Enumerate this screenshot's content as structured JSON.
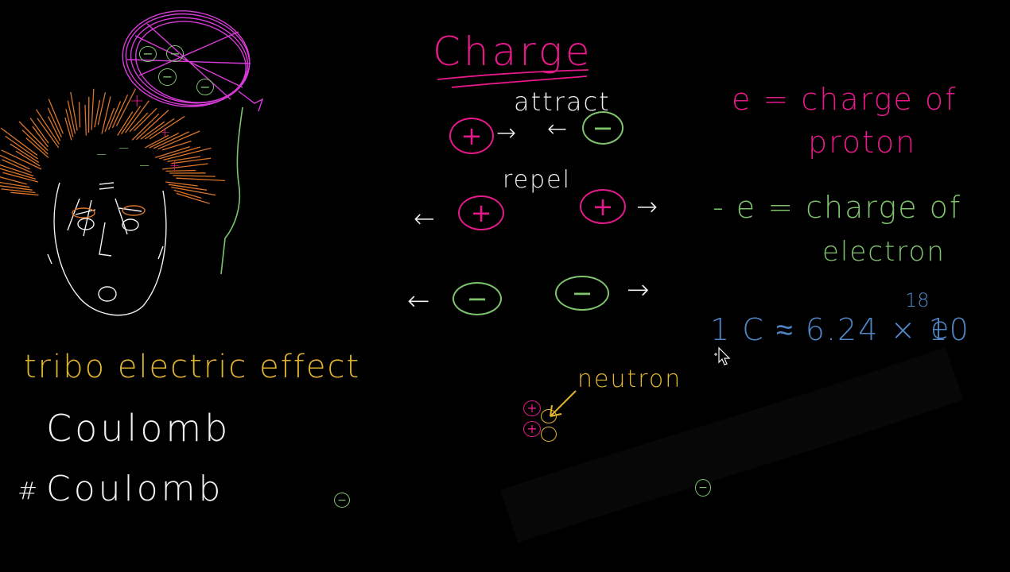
{
  "colors": {
    "background": "#000000",
    "pink": "#e6198a",
    "green": "#7ec46d",
    "white": "#f2f2f2",
    "orange": "#d9742a",
    "yellow": "#e3b52f",
    "blue": "#4f86c6",
    "magenta": "#d83bd8"
  },
  "title": "Charge",
  "attract": {
    "label": "attract",
    "left_sign": "+",
    "right_sign": "−",
    "left_arrow": "→",
    "right_arrow": "←"
  },
  "repel_positive": {
    "label": "repel",
    "left_sign": "+",
    "right_sign": "+",
    "left_arrow": "←",
    "right_arrow": "→"
  },
  "repel_negative": {
    "left_sign": "−",
    "right_sign": "−",
    "left_arrow": "←",
    "right_arrow": "→"
  },
  "definitions": {
    "proton_line1": "e = charge of",
    "proton_line2": "proton",
    "electron_line1": "- e = charge of",
    "electron_line2": "electron",
    "coulomb_prefix": "1 C ≈ 6.24 × 10",
    "coulomb_exponent": "18",
    "coulomb_suffix": "e"
  },
  "left_notes": {
    "triboelectric": "tribo electric effect",
    "coulomb": "Coulomb",
    "coulomb_count_prefix": "#",
    "coulomb_count": "Coulomb"
  },
  "nucleus": {
    "label": "neutron",
    "proton_sign": "+"
  },
  "balloon": {
    "electron_sign": "−"
  },
  "stray_electron_sign": "−",
  "hair_charges": {
    "plus": "+",
    "minus": "−"
  }
}
